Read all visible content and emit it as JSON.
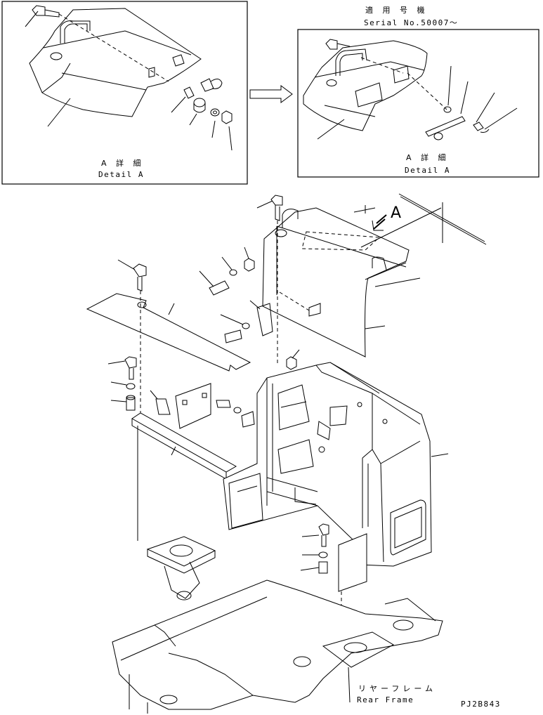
{
  "detail_left": {
    "label_jp": "A 詳 細",
    "label_en": "Detail A"
  },
  "detail_right": {
    "applicable_jp": "適 用 号 機",
    "serial": "Serial No.50007〜",
    "label_jp": "A 詳 細",
    "label_en": "Detail A"
  },
  "view_arrow_label": "A",
  "rear_frame": {
    "label_jp": "リヤーフレーム",
    "label_en": "Rear Frame"
  },
  "drawing_number": "PJ2B843"
}
